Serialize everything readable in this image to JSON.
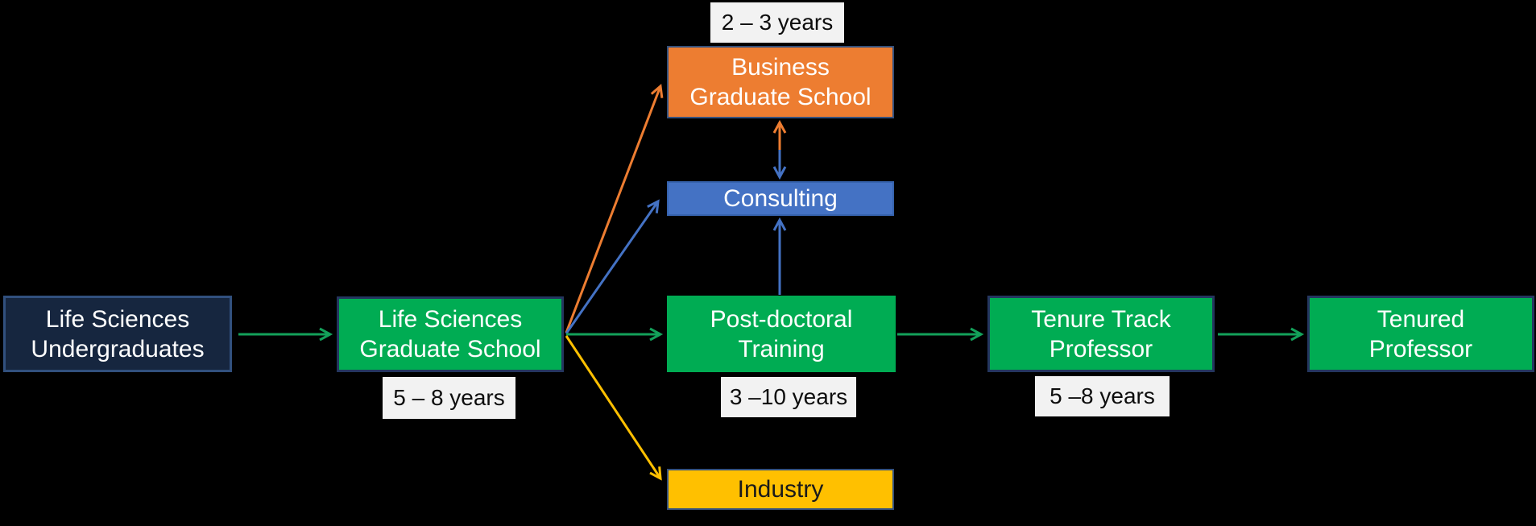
{
  "colors": {
    "background": "#000000",
    "green_box": "#00AC53",
    "green_box_border": "#24365F",
    "navy_fill": "#16263F",
    "navy_border": "#31507E",
    "orange": "#ED7D31",
    "orange_border": "#34517D",
    "blue": "#4472C4",
    "blue_border": "#3663AE",
    "gold": "#FFC000",
    "gold_border": "#34517D",
    "label_bg": "#F2F2F2",
    "label_text": "#0D0D0D",
    "white_text": "#FFFFFF",
    "black_text": "#1A1A1A",
    "arrow_green": "#13A15A",
    "arrow_orange": "#ED7D31",
    "arrow_blue": "#4472C4",
    "arrow_yellow": "#FFC000"
  },
  "nodes": {
    "undergrad": {
      "line1": "Life Sciences",
      "line2": "Undergraduates"
    },
    "grad_school": {
      "line1": "Life Sciences",
      "line2": "Graduate School"
    },
    "business": {
      "line1": "Business",
      "line2": "Graduate School"
    },
    "consulting": {
      "label": "Consulting"
    },
    "postdoc": {
      "line1": "Post-doctoral",
      "line2": "Training"
    },
    "tenure_track": {
      "line1": "Tenure Track",
      "line2": "Professor"
    },
    "tenured": {
      "line1": "Tenured",
      "line2": "Professor"
    },
    "industry": {
      "label": "Industry"
    }
  },
  "duration_labels": {
    "business": "2 – 3 years",
    "grad_school": "5 – 8 years",
    "postdoc": "3 –10 years",
    "tenure_track": "5 –8 years"
  },
  "edges": [
    {
      "from": "undergrad",
      "to": "grad_school",
      "color_key": "arrow_green",
      "direction": "one-way"
    },
    {
      "from": "grad_school",
      "to": "business",
      "color_key": "arrow_orange",
      "direction": "one-way"
    },
    {
      "from": "grad_school",
      "to": "consulting",
      "color_key": "arrow_blue",
      "direction": "one-way"
    },
    {
      "from": "grad_school",
      "to": "postdoc",
      "color_key": "arrow_green",
      "direction": "one-way"
    },
    {
      "from": "grad_school",
      "to": "industry",
      "color_key": "arrow_yellow",
      "direction": "one-way"
    },
    {
      "from": "postdoc",
      "to": "consulting",
      "color_key": "arrow_blue",
      "direction": "one-way"
    },
    {
      "from": "business",
      "to": "consulting",
      "color_key": "arrow_orange / arrow_blue",
      "direction": "two-way"
    },
    {
      "from": "postdoc",
      "to": "tenure_track",
      "color_key": "arrow_green",
      "direction": "one-way"
    },
    {
      "from": "tenure_track",
      "to": "tenured",
      "color_key": "arrow_green",
      "direction": "one-way"
    }
  ]
}
